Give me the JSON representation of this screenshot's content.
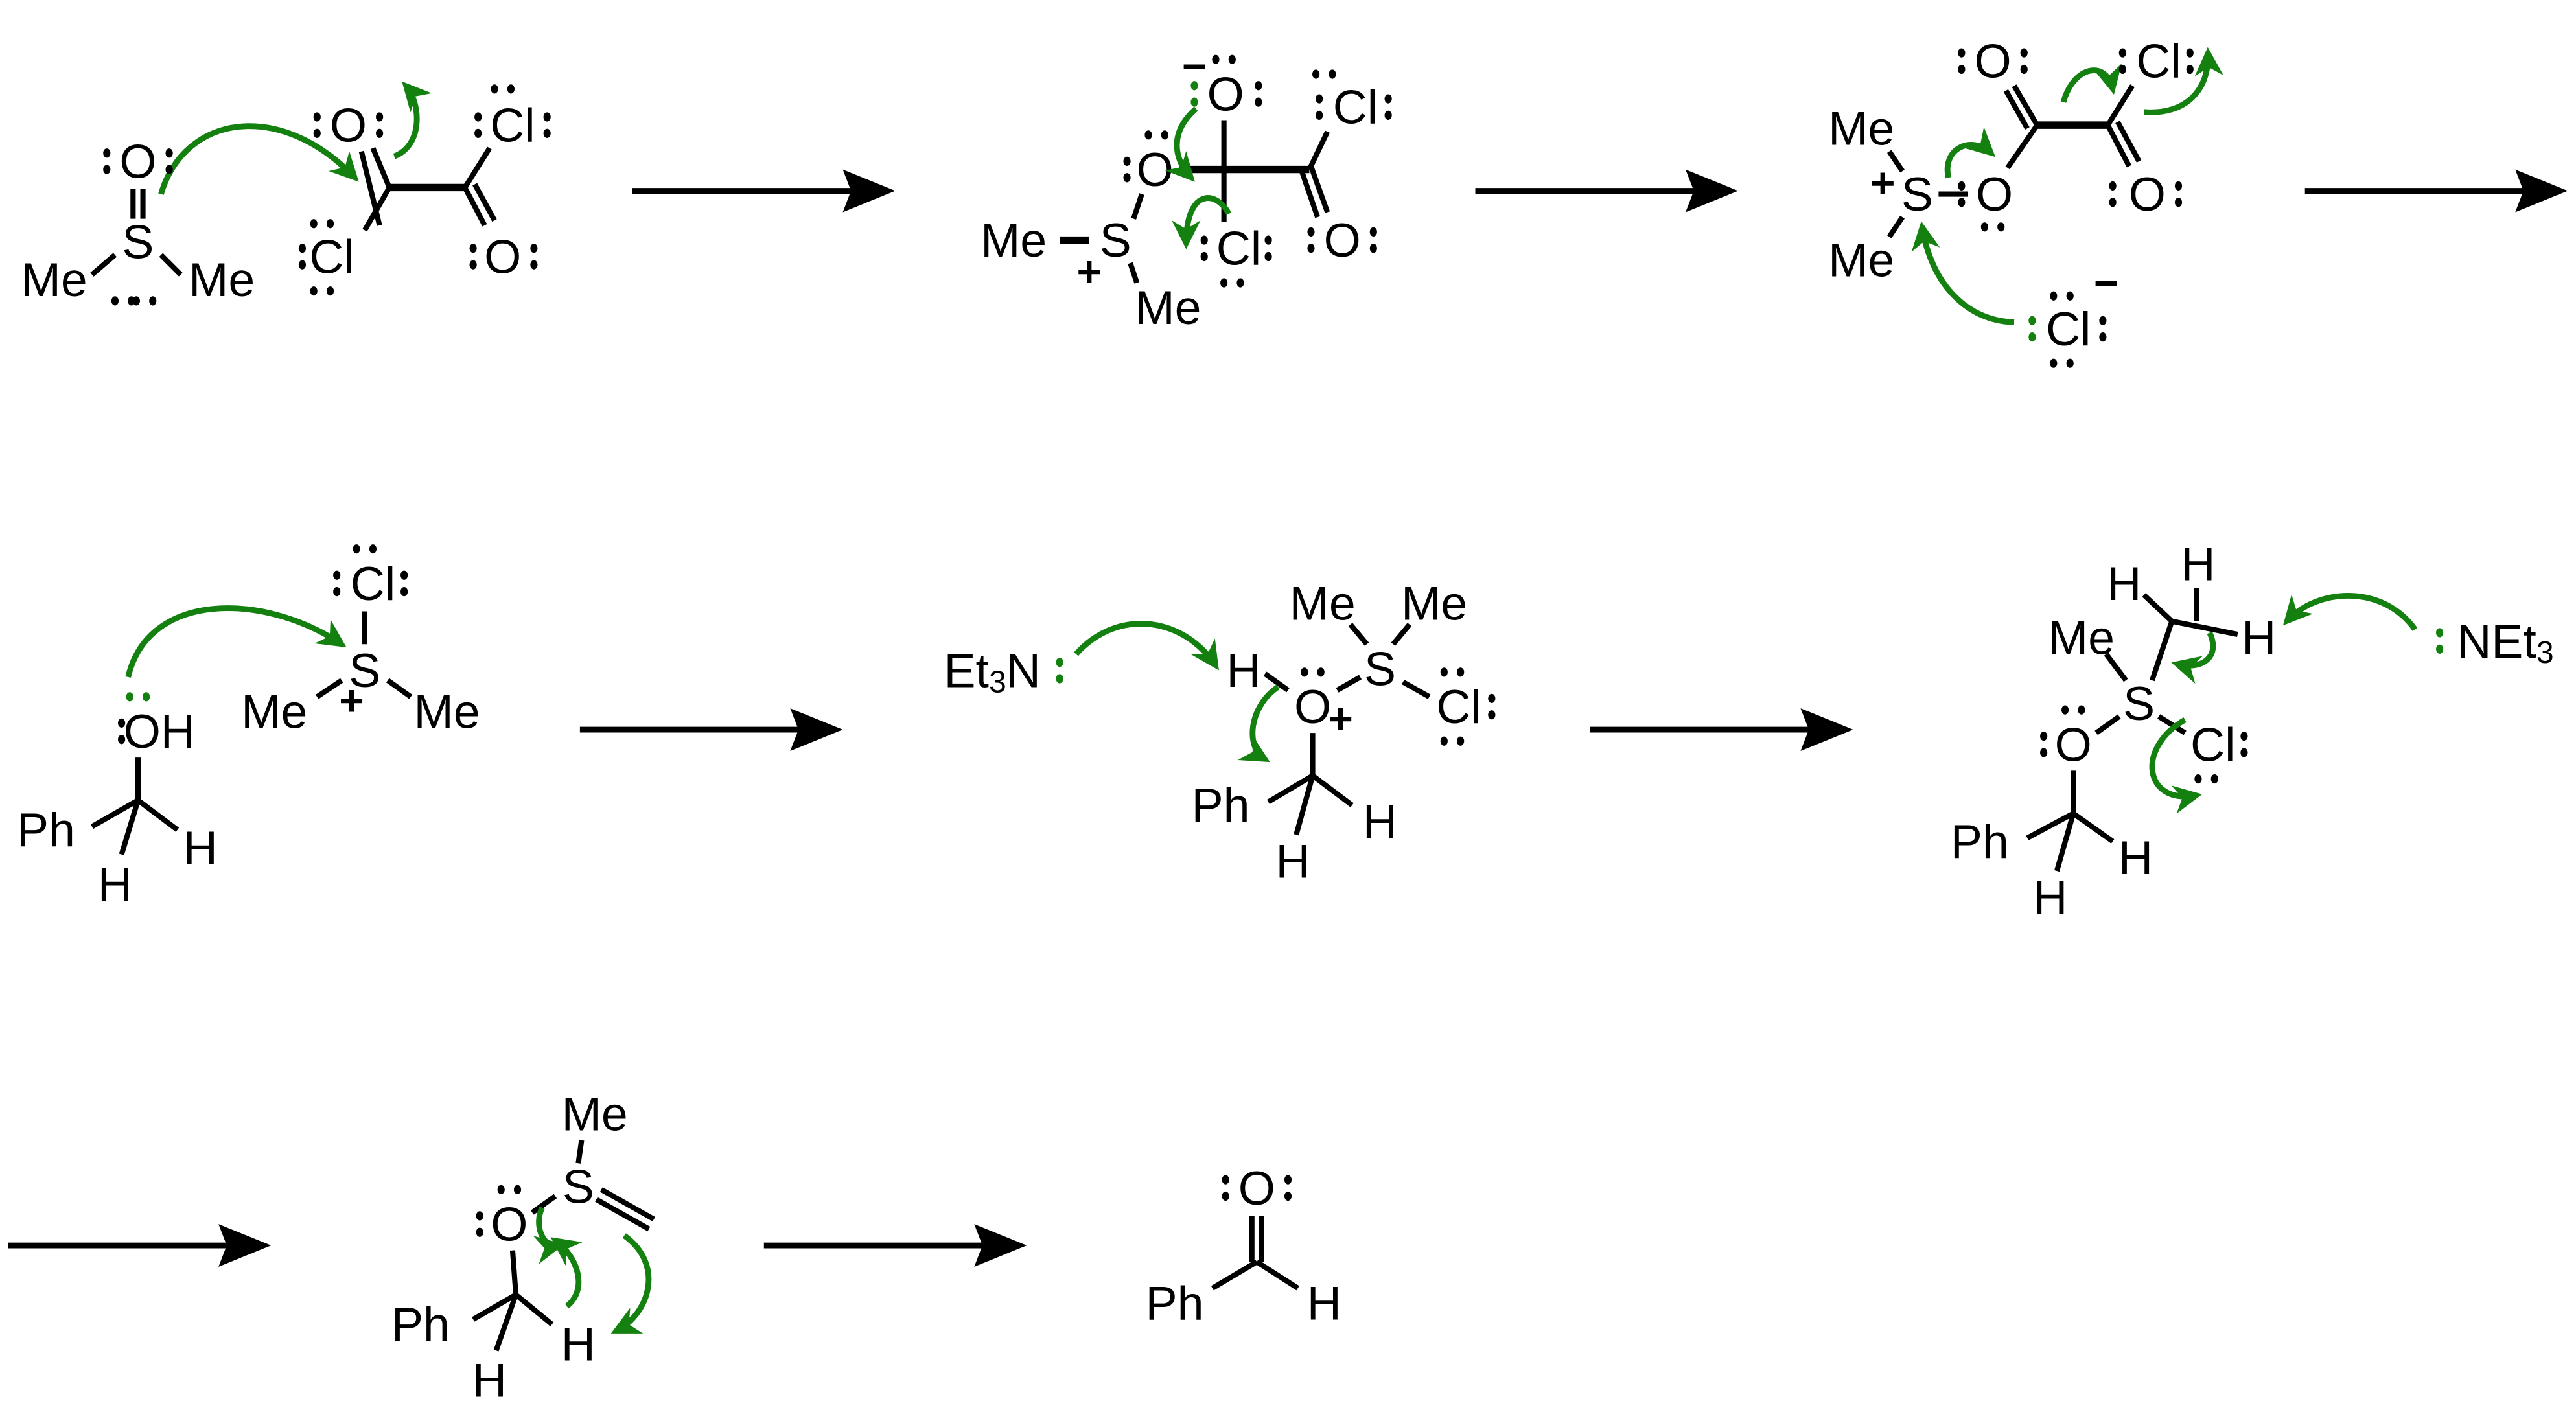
{
  "labels": {
    "O": "O",
    "S": "S",
    "Me": "Me",
    "Cl": "Cl",
    "Ph": "Ph",
    "H": "H",
    "OH": "OH",
    "Et": "Et",
    "sub3": "3",
    "N": "N",
    "NEt": "NEt",
    "plus": "+",
    "minus": "−"
  },
  "colors": {
    "bonds": "#000000",
    "curved_arrows": "#13800f"
  },
  "reaction_arrows": 7
}
